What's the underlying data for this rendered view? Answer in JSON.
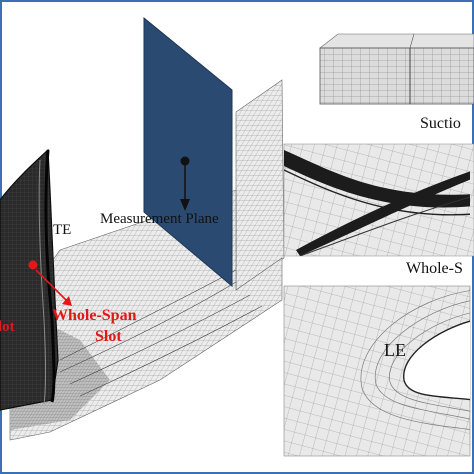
{
  "labels": {
    "te": "TE",
    "measurement_plane": "Measurement Plane",
    "whole_span_slot_line1": "Whole-Span",
    "whole_span_slot_line2": "Slot",
    "left_partial": "lot",
    "suction_partial": "Suctio",
    "whole_partial": "Whole-S",
    "le": "LE"
  },
  "colors": {
    "border": "#3b6fb6",
    "plane": "#2b4a72",
    "highlight": "#e01818",
    "mesh_line": "#6a6a6a",
    "mesh_fill": "#e6e6e6",
    "blade_dark": "#1b1b1b",
    "text": "#111111"
  }
}
